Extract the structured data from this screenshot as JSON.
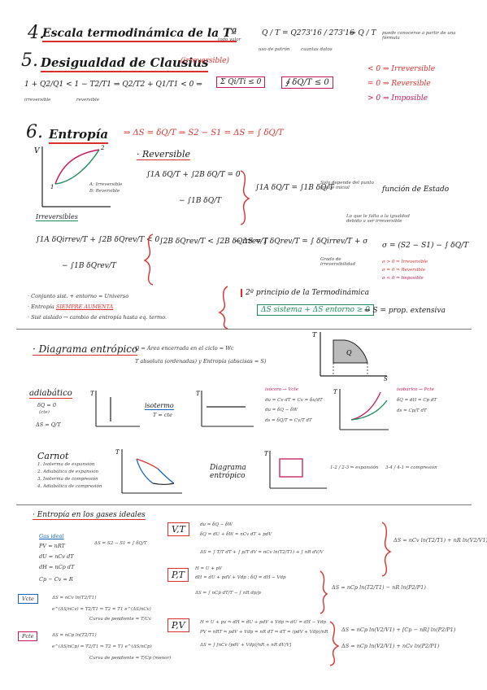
{
  "s4": {
    "num": "4.",
    "title": "Escala termodinámica de la Tª",
    "lhs": "Q / T = Q273'16 / 273'16",
    "arrow_note": "todo valor",
    "sub1": "uso de patrón",
    "sub2": "cuantas datos",
    "rhs": "⇒ Q / T",
    "rhs_note": "puede conocerse a partir de una fórmula"
  },
  "s5": {
    "num": "5.",
    "title": "Desigualdad de Clausius",
    "paren": "(irreversible)",
    "eq1": "1 + Q2/Q1 < 1 − T2/T1",
    "eq1_l": "irreversible",
    "eq1_r": "reversible",
    "eq2": "⇒ Q2/T2 + Q1/T1 < 0 ⇒",
    "eq3": "Σ Qi/Ti ≤ 0",
    "eq4": "∮ δQ/T ≤ 0",
    "r1": "< 0 ⇒ Irreversible",
    "r2": "= 0 ⇒ Reversible",
    "r3": "> 0 ⇒ Imposible"
  },
  "s6": {
    "num": "6.",
    "title": "Entropía",
    "def": "⇒ ΔS = δQ/T ⇒ S2 − S1 = ΔS = ∫ δQ/T",
    "rev_title": "· Reversible",
    "rev_eq": "∫1A δQ/T + ∫2B δQ/T = 0",
    "rev_eq2": "− ∫1B δQ/T",
    "rev_eq3": "∫1A δQ/T = ∫1B δQ/T",
    "rev_note": "Solo depende del punto final e inicial",
    "rev_result": "función de Estado",
    "diag_a": "A: Irreversible",
    "diag_b": "B: Reversible",
    "irr_title": "Irreversibles",
    "irr_eq": "∫1A δQirrev/T + ∫2B δQrev/T < 0",
    "irr_eq2": "− ∫1B δQrev/T",
    "irr_eq3": "∫2B δQrev/T < ∫2B δQirrev/T",
    "irr_eq4": "→ ΔS = ∫ δQrev/T = ∫ δQirrev/T + σ",
    "irr_note": "Lo que le falta a la igualdad debido a ser irreversible",
    "sigma_label": "Grado de irreversibilidad",
    "sigma_eq": "σ = (S2 − S1) − ∫ δQ/T",
    "sigma1": "σ > 0 ⇒ Irreversible",
    "sigma2": "σ = 0 ⇒ Reversible",
    "sigma3": "σ < 0 ⇒ Imposible",
    "b1": "· Conjunto sist. + entorno = Universo",
    "b2a": "· Entropía ",
    "b2b": "SIEMPRE AUMENTA",
    "b3": "· Sist aislado → cambio de entropía hasta eq. termo.",
    "law_title": "2º principio de la Termodinámica",
    "law_eq_a": "ΔS sistema + ΔS entorno ≥ 0",
    "law_eq_b": "⇒ S = prop. extensiva"
  },
  "diag": {
    "title": "· Diagrama entrópico",
    "q_def": "Q = Área encerrada en el ciclo = Wc",
    "t_def": "T absoluta (ordenadas) y Entropía (abscisas = S)",
    "adiab": "adiabático",
    "adiab_eq": "δQ = 0",
    "adiab_note": "(cte)",
    "adiab_ds": "ΔS = Q/T",
    "isoterm": "isotermo",
    "isoterm_eq": "T = cte",
    "isov": "isócoro → Vcte",
    "isov_1": "du = Cv dT = Cv = δu/dT",
    "isov_2": "du = δQ − δW",
    "isov_3": "ds = δQ/T = Cv/T dT",
    "isob": "isobárico → Pcte",
    "isob_1": "δQ = dH = Cp dT",
    "isob_2": "ds = Cp/T dT",
    "carnot": "Carnot",
    "carnot_1": "1. Isoterma de expansión",
    "carnot_2": "2. Adiabática de expansión",
    "carnot_3": "3. Isoterma de compresión",
    "carnot_4": "4. Adiabática de compresión",
    "entrop_title": "Diagrama entrópico",
    "exp_label": "1-2 / 2-3 ⇒ expansión",
    "comp_label": "3-4 / 4-1 ⇒ compresión"
  },
  "gas": {
    "title": "· Entropía en los gases ideales",
    "gi": "Gas ideal",
    "gi_1": "PV = nRT",
    "gi_2": "dU = nCv dT",
    "gi_3": "dH = nCp dT",
    "gi_4": "Cp − Cv = R",
    "ds_def": "ΔS = S2 − S1 = ∫ δQ/T",
    "vt": "V,T",
    "vt_1": "du = δQ − δW",
    "vt_2": "δQ = dU + δW = nCv dT + pdV",
    "vt_3": "ΔS = ∫ T/T dT + ∫ p/T dV = nCv ln(T2/T1) + ∫ nR dV/V",
    "vt_res": "ΔS = nCv ln(T2/T1) + nR ln(V2/V1)",
    "pt": "P,T",
    "pt_1": "H = U + pV",
    "pt_2": "dH = dU + pdV + Vdp ; δQ = dH − Vdp",
    "pt_3": "ΔS = ∫ nCp dT/T − ∫ nR dp/p",
    "pt_res": "ΔS = nCp ln(T2/T1) − nR ln(P2/P1)",
    "pv": "P,V",
    "pv_1": "H = U + pv ⇒ dH = dU + pdV + Vdp ⇒ dU = dH − Vdp",
    "pv_2": "PV = nRT ⇒ pdV + Vdp = nR dT ⇒ dT = (pdV + Vdp)/nR",
    "pv_3": "ΔS = ∫ [nCv (pdV + Vdp)/nR + nR dV/V]",
    "pv_res1": "ΔS = nCp ln(V2/V1) + [Cp − nR] ln(P2/P1)",
    "pv_res2": "ΔS = nCp ln(V2/V1) + nCv ln(P2/P1)",
    "vcte": "Vcte",
    "vcte_1": "ΔS = nCv ln(T2/T1)",
    "vcte_2": "e^(ΔS/nCv) = T2/T1 ⇒ T2 = T1 e^(ΔS/nCv)",
    "vcte_note": "Curva de pendiente = T/Cv",
    "pcte": "Pcte",
    "pcte_1": "ΔS = nCp ln(T2/T1)",
    "pcte_2": "e^(ΔS/nCp) = T2/T1 ⇒ T2 = T1 e^(ΔS/nCp)",
    "pcte_note": "Curva de pendiente = T/Cp (menor)"
  }
}
